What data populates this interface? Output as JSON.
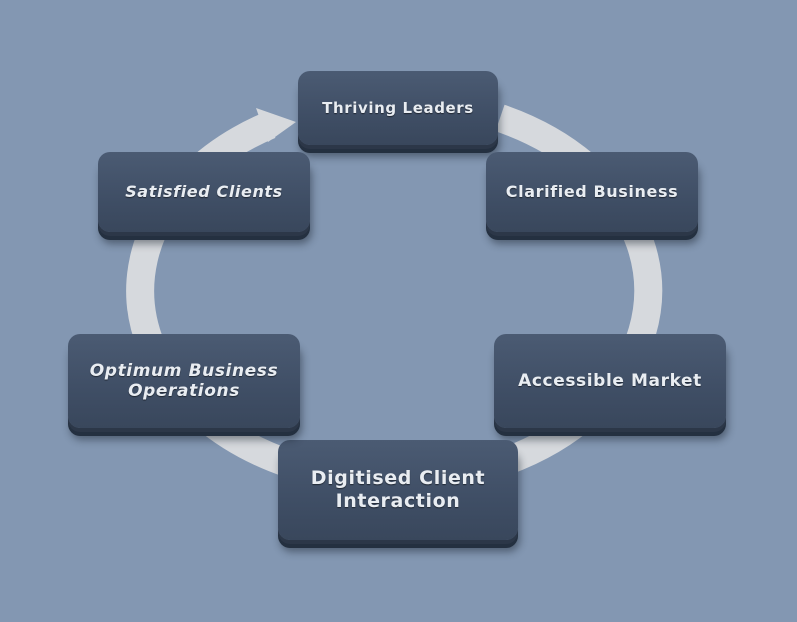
{
  "diagram": {
    "nodes": [
      {
        "id": "thriving-leaders",
        "label": "Thriving Leaders"
      },
      {
        "id": "clarified-business",
        "label": "Clarified Business"
      },
      {
        "id": "accessible-market",
        "label": "Accessible Market"
      },
      {
        "id": "digitised-client-interaction",
        "label": "Digitised Client\nInteraction"
      },
      {
        "id": "optimum-business-operations",
        "label": "Optimum Business\nOperations"
      },
      {
        "id": "satisfied-clients",
        "label": "Satisfied Clients"
      }
    ],
    "colors": {
      "background": "#8397b2",
      "box": "#425168",
      "box_text": "#e9edf2",
      "cycle_ring": "#d6d9dd"
    },
    "cycle_direction": "clockwise"
  }
}
